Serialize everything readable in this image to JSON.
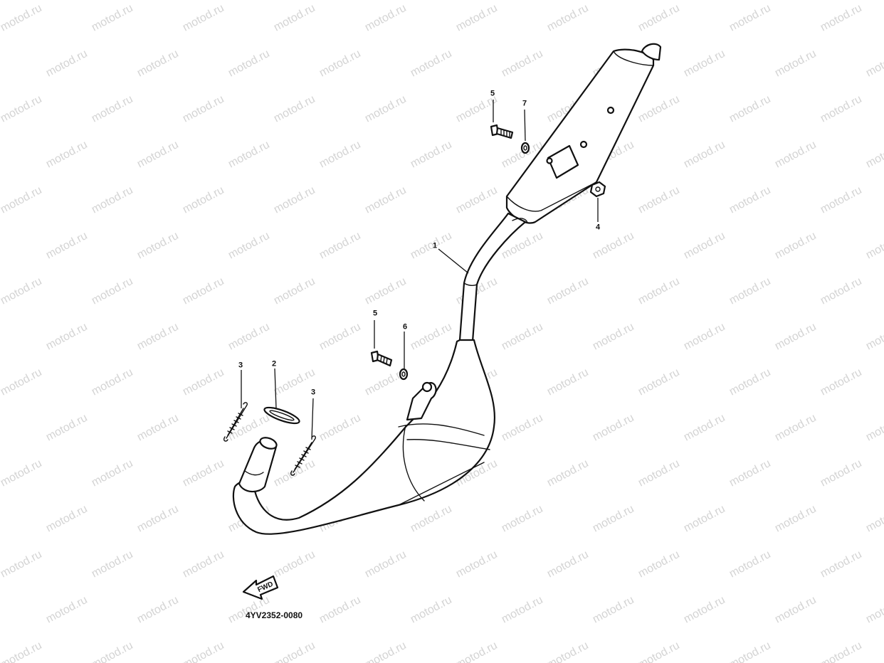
{
  "watermark": {
    "text": "motod.ru",
    "color": "#d4d4d4"
  },
  "diagram_code": "4YV2352-0080",
  "direction_arrow": {
    "icon": "fwd-arrow-icon",
    "label": "FWD"
  },
  "callouts": [
    {
      "id": "c1",
      "label": "1",
      "part": "muffler"
    },
    {
      "id": "c2",
      "label": "2",
      "part": "gasket"
    },
    {
      "id": "c3a",
      "label": "3",
      "part": "spring"
    },
    {
      "id": "c3b",
      "label": "3",
      "part": "spring"
    },
    {
      "id": "c4",
      "label": "4",
      "part": "nut"
    },
    {
      "id": "c5a",
      "label": "5",
      "part": "bolt"
    },
    {
      "id": "c5b",
      "label": "5",
      "part": "bolt"
    },
    {
      "id": "c6",
      "label": "6",
      "part": "washer"
    },
    {
      "id": "c7",
      "label": "7",
      "part": "washer"
    }
  ]
}
